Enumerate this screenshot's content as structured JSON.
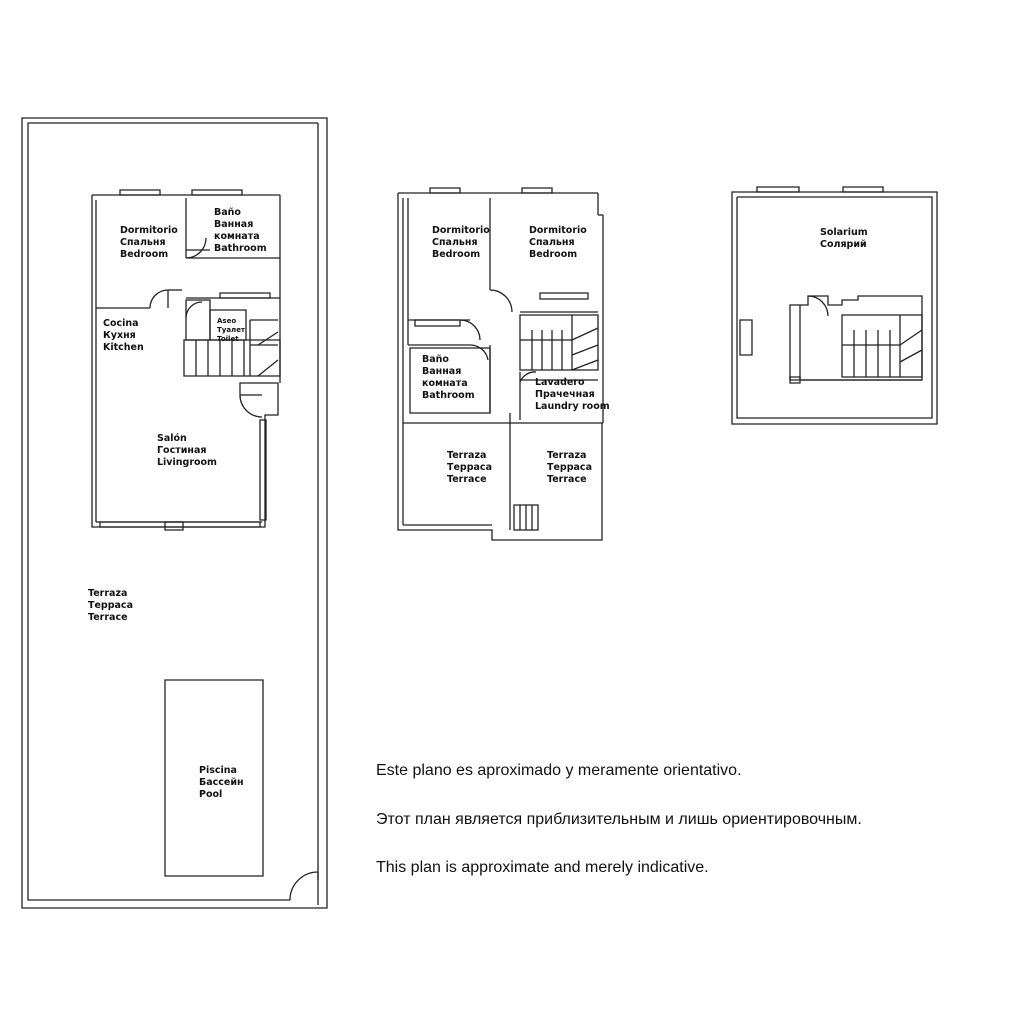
{
  "rooms": {
    "ground": {
      "bedroom": [
        "Dormitorio",
        "Спальня",
        "Bedroom"
      ],
      "bathroom": [
        "Baño",
        "Ванная",
        "комната",
        "Bathroom"
      ],
      "toilet": [
        "Aseo",
        "Туалет",
        "Toilet"
      ],
      "kitchen": [
        "Cocina",
        "Кухня",
        "Kitchen"
      ],
      "living": [
        "Salón",
        "Гостиная",
        "Livingroom"
      ],
      "terrace": [
        "Terraza",
        "Терраса",
        "Terrace"
      ],
      "pool": [
        "Piscina",
        "Бассейн",
        "Pool"
      ]
    },
    "first": {
      "bedroom_left": [
        "Dormitorio",
        "Спальня",
        "Bedroom"
      ],
      "bedroom_right": [
        "Dormitorio",
        "Спальня",
        "Bedroom"
      ],
      "bathroom": [
        "Baño",
        "Ванная",
        "комната",
        "Bathroom"
      ],
      "laundry": [
        "Lavadero",
        "Прачечная",
        "Laundry room"
      ],
      "terrace_left": [
        "Terraza",
        "Терраса",
        "Terrace"
      ],
      "terrace_right": [
        "Terraza",
        "Терраса",
        "Terrace"
      ]
    },
    "roof": {
      "solarium": [
        "Solarium",
        "Солярий"
      ]
    }
  },
  "disclaimer": {
    "es": "Este plano es aproximado y meramente orientativo.",
    "ru": "Этот план является приблизительным и лишь ориентировочным.",
    "en": "This plan is approximate and merely indicative."
  }
}
